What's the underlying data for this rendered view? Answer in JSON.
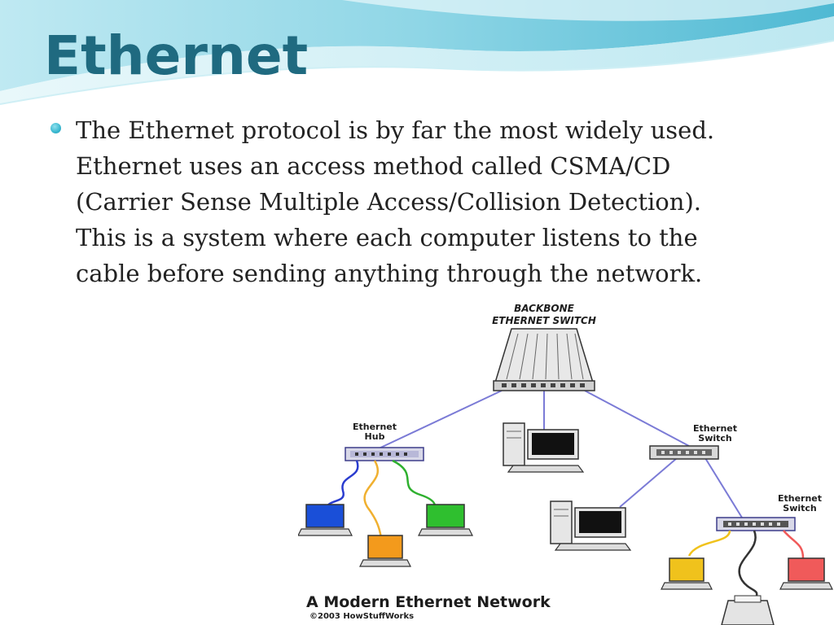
{
  "slide": {
    "title": "Ethernet",
    "bullet_lines": [
      "The Ethernet protocol is by far the most widely used.",
      "Ethernet uses an access method called CSMA/CD",
      "(Carrier Sense Multiple Access/Collision Detection).",
      "This is a system where each computer listens to the",
      "cable before sending anything through the network."
    ]
  },
  "diagram": {
    "backbone_label_1": "BACKBONE",
    "backbone_label_2": "ETHERNET SWITCH",
    "hub_label_1": "Ethernet",
    "hub_label_2": "Hub",
    "switch1_label_1": "Ethernet",
    "switch1_label_2": "Switch",
    "switch2_label_1": "Ethernet",
    "switch2_label_2": "Switch",
    "caption": "A Modern Ethernet Network",
    "copyright": "©2003 HowStuffWorks"
  },
  "colors": {
    "title": "#1f6a80",
    "bullet": "#38b7cf",
    "link": "#7b7bd6",
    "laptop_blue": "#1a4fd8",
    "laptop_orange": "#f39a1c",
    "laptop_green": "#2fbf2f",
    "laptop_yellow": "#f0c21c",
    "laptop_red": "#f05a5a"
  }
}
